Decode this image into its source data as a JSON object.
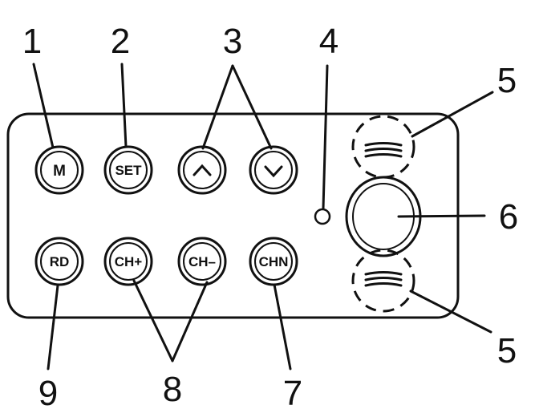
{
  "callouts": {
    "c1": "1",
    "c2": "2",
    "c3": "3",
    "c4": "4",
    "c5_top": "5",
    "c5_bottom": "5",
    "c6": "6",
    "c7": "7",
    "c8": "8",
    "c9": "9"
  },
  "buttons": {
    "m": "M",
    "set": "SET",
    "rd": "RD",
    "ch_plus": "CH+",
    "ch_minus": "CH–",
    "chn": "CHN"
  },
  "icons": {
    "up": "chevron-up-icon",
    "down": "chevron-down-icon"
  },
  "colors": {
    "stroke": "#111111",
    "background": "#ffffff"
  }
}
